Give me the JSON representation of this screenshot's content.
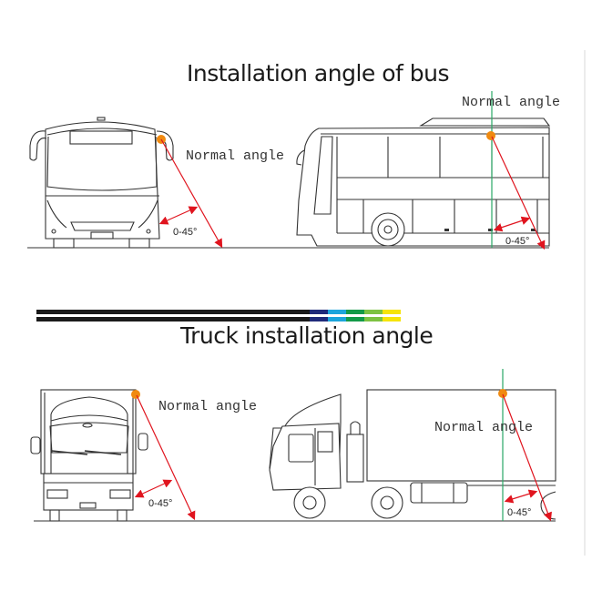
{
  "bus_section": {
    "title": "Installation angle of bus",
    "front_view": {
      "normal_label": "Normal angle",
      "angle_label": "0-45°"
    },
    "side_view": {
      "normal_label": "Normal angle",
      "angle_label": "0-45°"
    }
  },
  "divider": {
    "colors": [
      "#1a1a1a",
      "#1f2a7a",
      "#1ca5dc",
      "#139a48",
      "#7dc242",
      "#f6e40a"
    ]
  },
  "truck_section": {
    "title": "Truck installation angle",
    "front_view": {
      "normal_label": "Normal angle",
      "angle_label": "0-45°"
    },
    "side_view": {
      "normal_label": "Normal angle",
      "angle_label": "0-45°"
    }
  },
  "colors": {
    "camera_dot": "#f08a10",
    "angle_line": "#e0141e",
    "reference_line": "#2aa866"
  }
}
